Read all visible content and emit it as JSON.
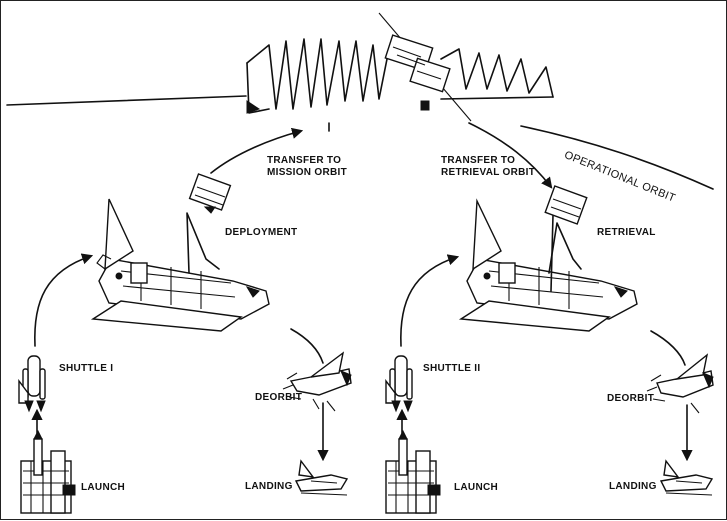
{
  "labels": {
    "transfer_mission_1": "TRANSFER TO",
    "transfer_mission_2": "MISSION ORBIT",
    "transfer_retrieval_1": "TRANSFER TO",
    "transfer_retrieval_2": "RETRIEVAL ORBIT",
    "operational_orbit": "OPERATIONAL ORBIT",
    "deployment": "DEPLOYMENT",
    "retrieval": "RETRIEVAL",
    "shuttle_1": "SHUTTLE I",
    "shuttle_2": "SHUTTLE II",
    "deorbit_1": "DEORBIT",
    "deorbit_2": "DEORBIT",
    "launch_1": "LAUNCH",
    "launch_2": "LAUNCH",
    "landing_1": "LANDING",
    "landing_2": "LANDING"
  }
}
